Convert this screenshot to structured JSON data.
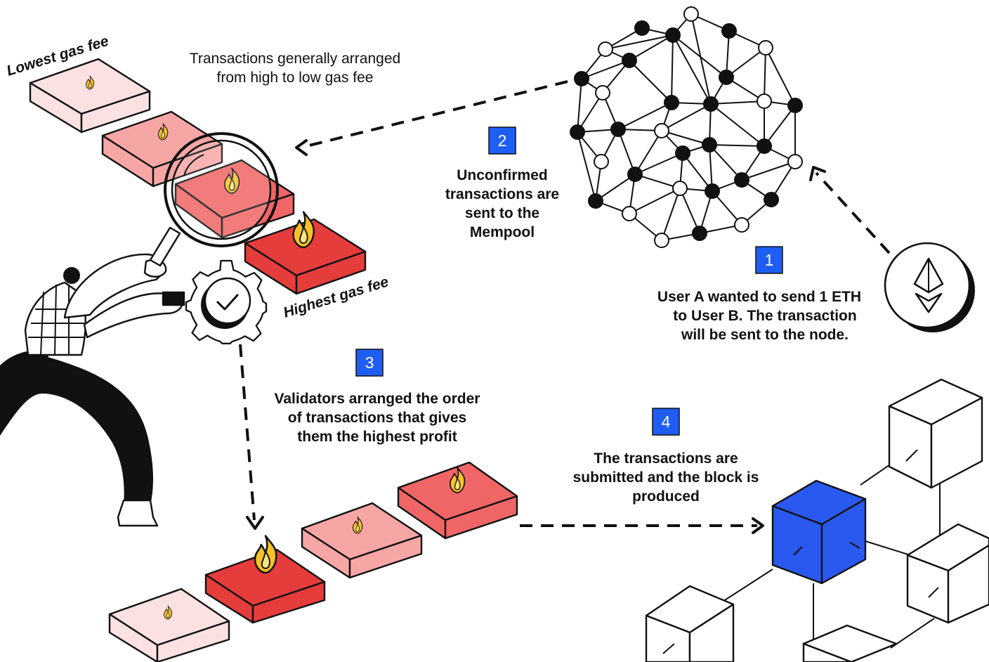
{
  "diagram": {
    "header_note": {
      "lines": [
        "Transactions generally arranged",
        "from high to low gas fee"
      ]
    },
    "labels": {
      "lowest": "Lowest gas fee",
      "highest": "Highest gas fee"
    },
    "steps": [
      {
        "number": "1",
        "lines": [
          "User A wanted to send 1 ETH",
          "to User B. The transaction",
          "will be sent to the node."
        ]
      },
      {
        "number": "2",
        "lines": [
          "Unconfirmed",
          "transactions are",
          "sent to the",
          "Mempool"
        ]
      },
      {
        "number": "3",
        "lines": [
          "Validators arranged the order",
          "of transactions that gives",
          "them the highest profit"
        ]
      },
      {
        "number": "4",
        "lines": [
          "The transactions are",
          "submitted and the block is",
          "produced"
        ]
      }
    ],
    "icons": [
      "ethereum-icon",
      "network-node-icon",
      "gear-check-icon",
      "magnifier-icon",
      "flame-icon",
      "blockchain-icon",
      "person-illustration"
    ],
    "colors": {
      "badge": "#1f5ef5",
      "lightest": "#fbe1e1",
      "light": "#f7a6a6",
      "mid": "#f06565",
      "dark": "#e53c3c",
      "flame": "#f7c226",
      "block_accent": "#2a59f0"
    }
  }
}
